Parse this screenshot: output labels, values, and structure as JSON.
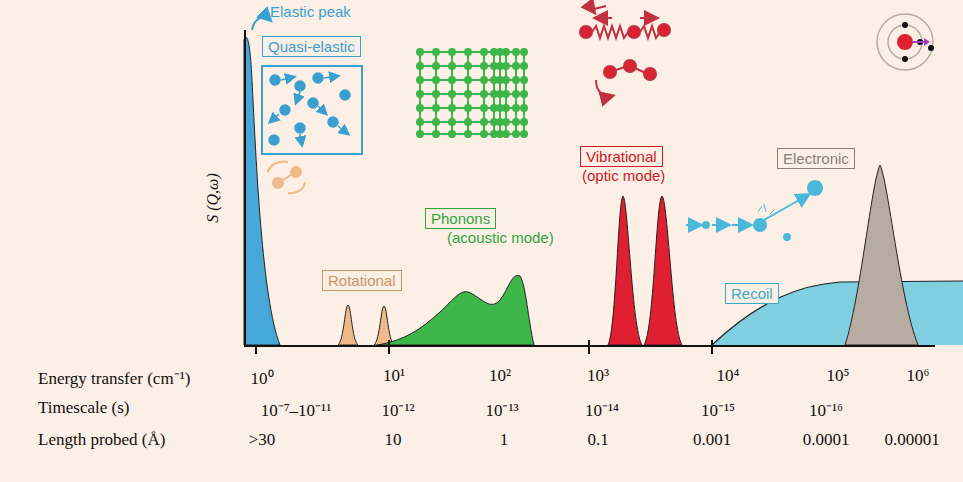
{
  "diagram": {
    "nodes": [
      {
        "text": [
          "Quasi-elastic"
        ]
      },
      {
        "text": [
          "Rotational"
        ]
      },
      {
        "text": [
          "Phonons",
          "(acoustic mode)"
        ]
      },
      {
        "text": [
          "Vibrational",
          "(optic mode)"
        ]
      },
      {
        "text": [
          "Recoil"
        ]
      },
      {
        "text": [
          "Electronic"
        ]
      }
    ],
    "labels": [
      "Elastic peak",
      "S (Q,ω)",
      "Energy transfer (cm⁻¹)",
      "10⁰",
      "10¹",
      "10²",
      "10³",
      "10⁴",
      "10⁵",
      "10⁶",
      "Timescale (s)",
      "10⁻⁷–10⁻¹¹",
      "10⁻¹²",
      "10⁻¹³",
      "10⁻¹⁴",
      "10⁻¹⁵",
      "10⁻¹⁶",
      "Length probed (Å)",
      ">30",
      "10",
      "1",
      "0.1",
      "0.001",
      "0.0001",
      "0.00001"
    ]
  }
}
